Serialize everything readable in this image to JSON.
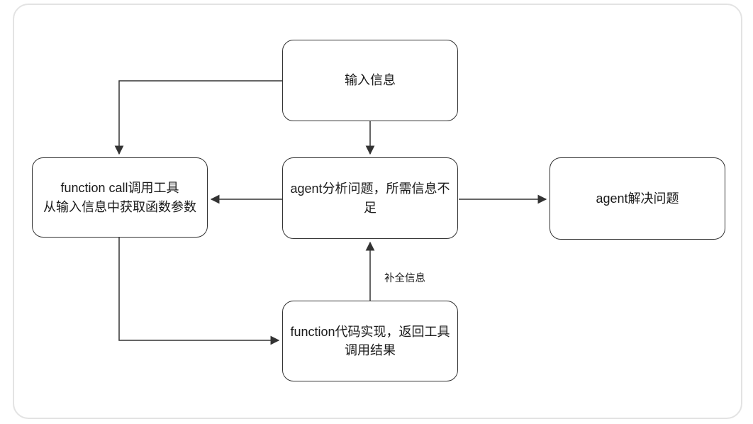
{
  "diagram": {
    "type": "flowchart",
    "nodes": {
      "input": {
        "label": "输入信息"
      },
      "analyze": {
        "label": "agent分析问题，所需信息不\n足"
      },
      "function_call": {
        "label": "function call调用工具\n从输入信息中获取函数参数"
      },
      "solve": {
        "label": "agent解决问题"
      },
      "function_impl": {
        "label": "function代码实现，返回工具\n调用结果"
      }
    },
    "edges": [
      {
        "from": "input",
        "to": "analyze"
      },
      {
        "from": "input",
        "to": "function_call"
      },
      {
        "from": "analyze",
        "to": "function_call"
      },
      {
        "from": "analyze",
        "to": "solve"
      },
      {
        "from": "function_call",
        "to": "function_impl"
      },
      {
        "from": "function_impl",
        "to": "analyze",
        "label": "补全信息"
      }
    ],
    "edge_labels": {
      "complete_info": "补全信息"
    },
    "colors": {
      "node_fill": "#ffffff",
      "node_border": "#333333",
      "connector": "#333333",
      "text": "#1a1a1a",
      "canvas_border": "#e3e3e3",
      "background": "#ffffff"
    }
  }
}
